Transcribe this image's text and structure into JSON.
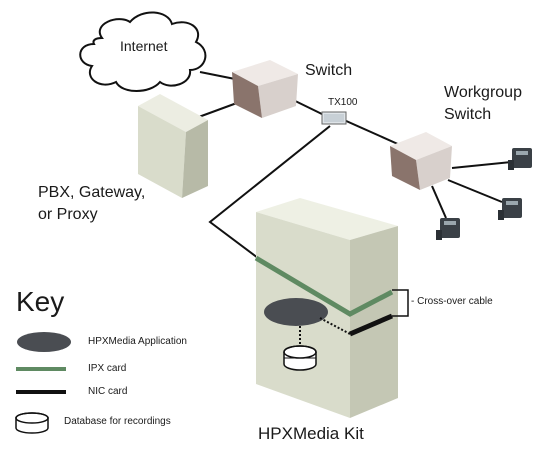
{
  "labels": {
    "internet": "Internet",
    "switch": "Switch",
    "tx100": "TX100",
    "workgroup_switch_line1": "Workgroup",
    "workgroup_switch_line2": "Switch",
    "pbx_line1": "PBX, Gateway,",
    "pbx_line2": "or Proxy",
    "crossover": "- Cross-over cable",
    "kit": "HPXMedia Kit"
  },
  "key": {
    "title": "Key",
    "items": [
      {
        "label": "HPXMedia Application",
        "icon": "ellipse-icon"
      },
      {
        "label": "IPX card",
        "icon": "green-line-icon"
      },
      {
        "label": "NIC card",
        "icon": "black-line-icon"
      },
      {
        "label": "Database for recordings",
        "icon": "database-icon"
      }
    ]
  },
  "colors": {
    "server_front": "#d9dccb",
    "server_side": "#c3c6b3",
    "server_top": "#e8eadb",
    "switch_body": "#ddd5d2",
    "switch_dark": "#8a746c",
    "ipx_green": "#5f8a62",
    "nic_black": "#111111",
    "ellipse": "#4a4d52",
    "phone": "#3a4046"
  }
}
